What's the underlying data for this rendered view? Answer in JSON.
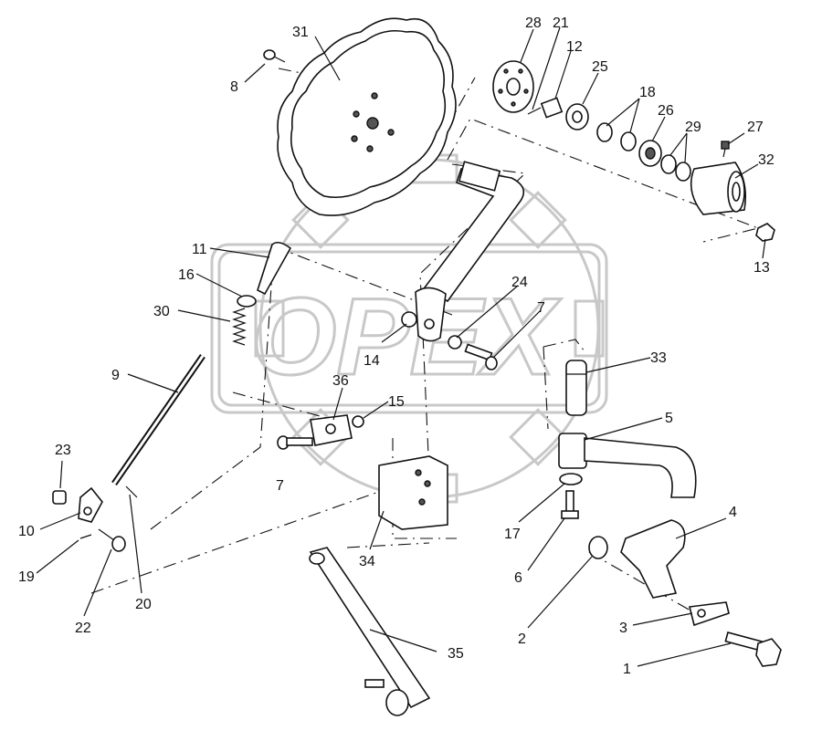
{
  "watermark": {
    "text": "OPEX"
  },
  "callouts": [
    "31",
    "8",
    "28",
    "21",
    "12",
    "25",
    "18",
    "26",
    "29",
    "27",
    "32",
    "13",
    "11",
    "16",
    "30",
    "24",
    "7",
    "14",
    "33",
    "9",
    "36",
    "15",
    "5",
    "23",
    "10",
    "19",
    "22",
    "20",
    "34",
    "17",
    "6",
    "4",
    "2",
    "3",
    "35",
    "1",
    "7"
  ],
  "colors": {
    "line": "#111111",
    "watermark": "#c8c8c8",
    "background": "#ffffff"
  }
}
